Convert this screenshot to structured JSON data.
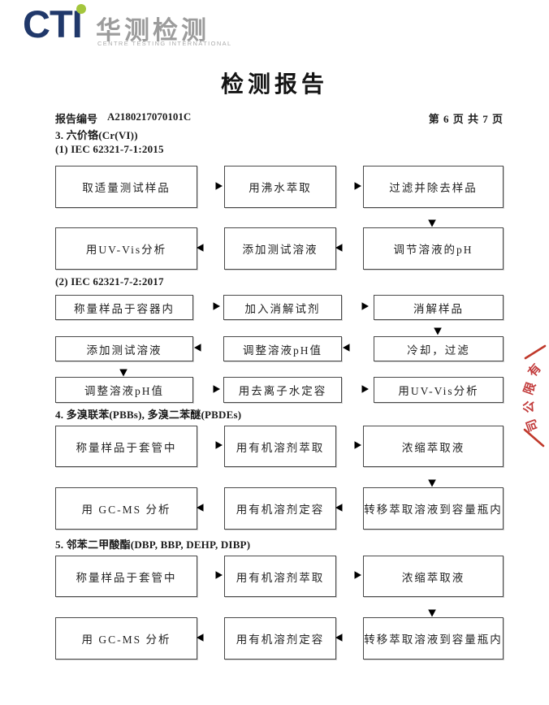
{
  "logo": {
    "cti": "CTI",
    "cn": "华测检测",
    "en": "CENTRE TESTING INTERNATIONAL",
    "navy": "#20386a",
    "green": "#a4c63d",
    "gray": "#9c9c9c"
  },
  "title": "检测报告",
  "report": {
    "label": "报告编号",
    "number": "A2180217070101C",
    "page_info": "第 6 页   共 7 页"
  },
  "headings": {
    "s3": "3. 六价铬(Cr(VI))",
    "m1": "(1) IEC 62321-7-1:2015",
    "m2": "(2) IEC 62321-7-2:2017",
    "s4": "4. 多溴联苯(PBBs), 多溴二苯醚(PBDEs)",
    "s5": "5. 邻苯二甲酸酯(DBP, BBP, DEHP, DIBP)"
  },
  "flows": {
    "cr61": {
      "rows": [
        [
          "取适量测试样品",
          "用沸水萃取",
          "过滤并除去样品"
        ],
        [
          "用UV-Vis分析",
          "添加测试溶液",
          "调节溶液的pH"
        ]
      ]
    },
    "cr62": {
      "rows": [
        [
          "称量样品于容器内",
          "加入消解试剂",
          "消解样品"
        ],
        [
          "添加测试溶液",
          "调整溶液pH值",
          "冷却，过滤"
        ],
        [
          "调整溶液pH值",
          "用去离子水定容",
          "用UV-Vis分析"
        ]
      ]
    },
    "pbb": {
      "rows": [
        [
          "称量样品于套管中",
          "用有机溶剂萃取",
          "浓缩萃取液"
        ],
        [
          "用 GC-MS 分析",
          "用有机溶剂定容",
          "转移萃取溶液到容量瓶内"
        ]
      ]
    },
    "phth": {
      "rows": [
        [
          "称量样品于套管中",
          "用有机溶剂萃取",
          "浓缩萃取液"
        ],
        [
          "用 GC-MS 分析",
          "用有机溶剂定容",
          "转移萃取溶液到容量瓶内"
        ]
      ]
    }
  },
  "stamp": {
    "chars": [
      "有",
      "限",
      "公",
      "司"
    ],
    "color": "#c23b3b"
  }
}
